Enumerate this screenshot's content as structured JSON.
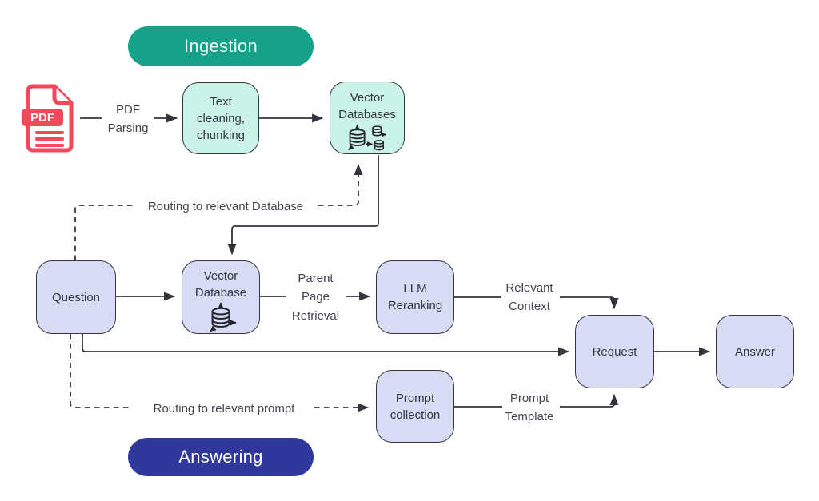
{
  "diagram": {
    "stages": {
      "ingestion": {
        "label": "Ingestion"
      },
      "answering": {
        "label": "Answering"
      }
    },
    "nodes": {
      "pdf_icon": {
        "label": "PDF"
      },
      "text_cleaning": {
        "label": "Text\ncleaning,\nchunking"
      },
      "vector_databases": {
        "label": "Vector\nDatabases"
      },
      "question": {
        "label": "Question"
      },
      "vector_database": {
        "label": "Vector\nDatabase"
      },
      "llm_reranking": {
        "label": "LLM\nReranking"
      },
      "request": {
        "label": "Request"
      },
      "answer": {
        "label": "Answer"
      },
      "prompt_collection": {
        "label": "Prompt\ncollection"
      }
    },
    "edge_labels": {
      "pdf_parsing": "PDF\nParsing",
      "parent_page_retrieval": "Parent\nPage\nRetrieval",
      "relevant_context": "Relevant\nContext",
      "prompt_template": "Prompt\nTemplate",
      "routing_database": "Routing to relevant Database",
      "routing_prompt": "Routing to relevant prompt"
    },
    "colors": {
      "ingestion_pill": "#16A189",
      "answering_pill": "#30389B",
      "mint_node_fill": "#CBF2E9",
      "lavender_node_fill": "#D8DBF4",
      "node_border": "#34353F",
      "connector_line": "#33343C",
      "pdf_red": "#F4485A",
      "label_text": "#43454E"
    }
  }
}
